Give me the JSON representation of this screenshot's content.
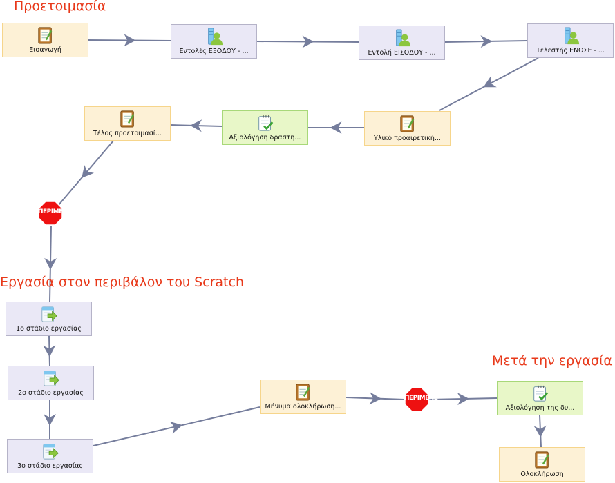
{
  "sections": {
    "prep": "Προετοιμασία",
    "scratch": "Εργασία στον περιβάλον του Scratch",
    "after": "Μετά την εργασία"
  },
  "nodes": {
    "n1": {
      "label": "Εισαγωγή",
      "icon": "document-icon"
    },
    "n2": {
      "label": "Εντολές ΕΞΟΔΟΥ - ...",
      "icon": "user-resource-icon"
    },
    "n3": {
      "label": "Εντολή ΕΙΣΟΔΟΥ - ...",
      "icon": "user-resource-icon"
    },
    "n4": {
      "label": "Τελεστής ΕΝΩΣΕ - ...",
      "icon": "user-resource-icon"
    },
    "n5": {
      "label": "Υλικό προαιρετική...",
      "icon": "document-icon"
    },
    "n6": {
      "label": "Αξιολόγηση δραστη...",
      "icon": "checklist-icon"
    },
    "n7": {
      "label": "Τέλος προετοιμασί...",
      "icon": "document-icon"
    },
    "n8": {
      "label": "1ο στάδιο εργασίας",
      "icon": "activity-arrow-icon"
    },
    "n9": {
      "label": "2ο στάδιο εργασίας",
      "icon": "activity-arrow-icon"
    },
    "n10": {
      "label": "3ο στάδιο εργασίας",
      "icon": "activity-arrow-icon"
    },
    "n11": {
      "label": "Μήνυμα ολοκλήρωση...",
      "icon": "document-icon"
    },
    "n12": {
      "label": "Αξιολόγηση της δυ...",
      "icon": "checklist-icon"
    },
    "n13": {
      "label": "Ολοκλήρωση",
      "icon": "document-icon"
    }
  },
  "stops": {
    "s1": {
      "label": "ΠΕΡΙΜΕΝΕ",
      "icon": "stop-sign-icon"
    },
    "s2": {
      "label": "ΠΕΡΙΜΕΝΕ",
      "icon": "stop-sign-icon"
    }
  },
  "colors": {
    "section_title": "#e8391a",
    "edge": "#757d9c",
    "stop_sign": "#ee1111",
    "node_yellow": "#fdf1d6",
    "node_lavender": "#eae8f6",
    "node_green": "#e8f7c8"
  }
}
